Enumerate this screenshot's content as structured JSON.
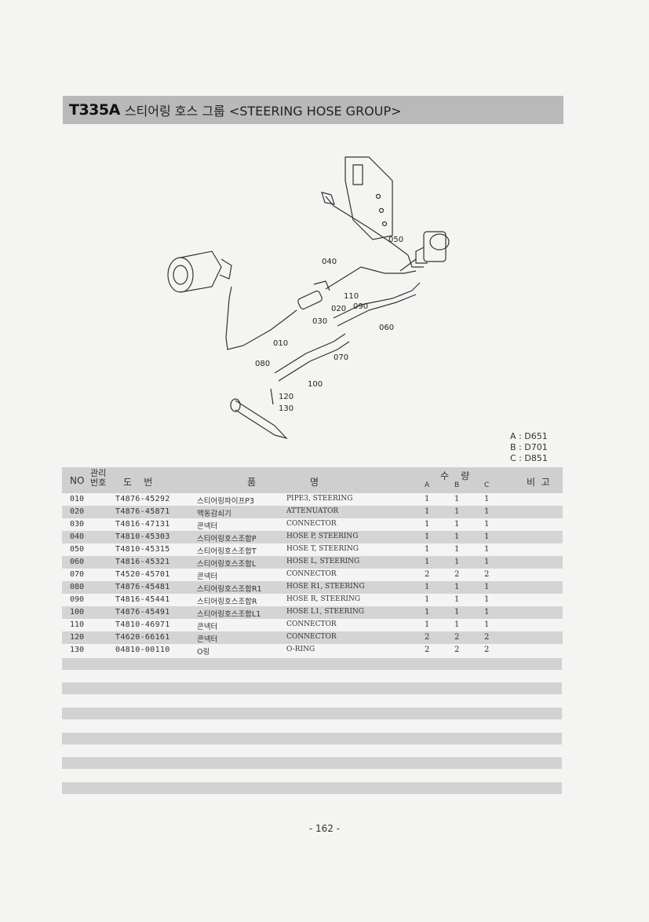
{
  "header": {
    "code": "T335A",
    "title": "스티어링 호스 그룹 <STEERING HOSE GROUP>"
  },
  "diagram": {
    "callouts": [
      "010",
      "020",
      "030",
      "040",
      "050",
      "060",
      "070",
      "080",
      "090",
      "100",
      "110",
      "120",
      "130"
    ]
  },
  "models": [
    "A : D651",
    "B : D701",
    "C : D851"
  ],
  "table": {
    "headers": {
      "no": "NO",
      "mgmt": "관리번호",
      "partno": "도    번",
      "name1": "품",
      "name2": "명",
      "qty": "수    량",
      "a": "A",
      "b": "B",
      "c": "C",
      "remark": "비  고"
    },
    "rows": [
      {
        "no": "010",
        "pn": "T4876-45292",
        "kr": "스티어링파이프P3",
        "en": "PIPE3, STEERING",
        "a": "1",
        "b": "1",
        "c": "1"
      },
      {
        "no": "020",
        "pn": "T4876-45871",
        "kr": "맥동감쇠기",
        "en": "ATTENUATOR",
        "a": "1",
        "b": "1",
        "c": "1"
      },
      {
        "no": "030",
        "pn": "T4816-47131",
        "kr": "콘넥터",
        "en": "CONNECTOR",
        "a": "1",
        "b": "1",
        "c": "1"
      },
      {
        "no": "040",
        "pn": "T4810-45303",
        "kr": "스티어링호스조합P",
        "en": "HOSE P, STEERING",
        "a": "1",
        "b": "1",
        "c": "1"
      },
      {
        "no": "050",
        "pn": "T4810-45315",
        "kr": "스티어링호스조합T",
        "en": "HOSE T, STEERING",
        "a": "1",
        "b": "1",
        "c": "1"
      },
      {
        "no": "060",
        "pn": "T4816-45321",
        "kr": "스티어링호스조합L",
        "en": "HOSE L, STEERING",
        "a": "1",
        "b": "1",
        "c": "1"
      },
      {
        "no": "070",
        "pn": "T4520-45701",
        "kr": "콘넥터",
        "en": "CONNECTOR",
        "a": "2",
        "b": "2",
        "c": "2"
      },
      {
        "no": "080",
        "pn": "T4876-45481",
        "kr": "스티어링호스조합R1",
        "en": "HOSE R1, STEERING",
        "a": "1",
        "b": "1",
        "c": "1"
      },
      {
        "no": "090",
        "pn": "T4816-45441",
        "kr": "스티어링호스조합R",
        "en": "HOSE R, STEERING",
        "a": "1",
        "b": "1",
        "c": "1"
      },
      {
        "no": "100",
        "pn": "T4876-45491",
        "kr": "스티어링호스조합L1",
        "en": "HOSE L1, STEERING",
        "a": "1",
        "b": "1",
        "c": "1"
      },
      {
        "no": "110",
        "pn": "T4810-46971",
        "kr": "콘넥터",
        "en": "CONNECTOR",
        "a": "1",
        "b": "1",
        "c": "1"
      },
      {
        "no": "120",
        "pn": "T4620-66161",
        "kr": "콘넥터",
        "en": "CONNECTOR",
        "a": "2",
        "b": "2",
        "c": "2"
      },
      {
        "no": "130",
        "pn": "04810-00110",
        "kr": "O링",
        "en": "O-RING",
        "a": "2",
        "b": "2",
        "c": "2"
      }
    ]
  },
  "footer": {
    "page": "- 162 -"
  }
}
